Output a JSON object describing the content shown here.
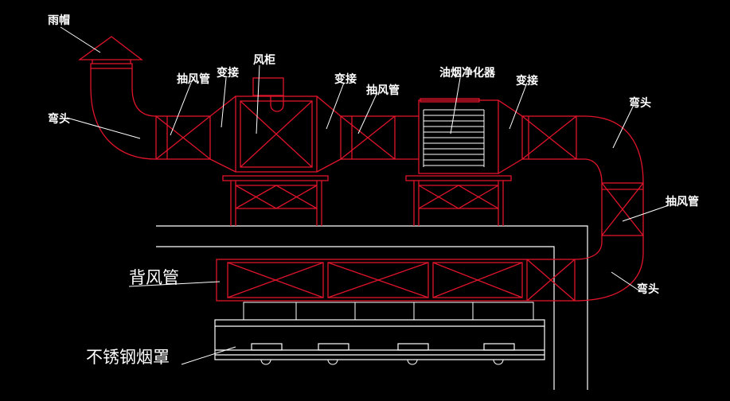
{
  "labels": {
    "rain_cap": "雨帽",
    "elbow_left": "弯头",
    "exhaust_duct_1": "抽风管",
    "transition_1": "变接",
    "fan_cabinet": "风柜",
    "transition_2": "变接",
    "exhaust_duct_2": "抽风管",
    "oil_fume_purifier": "油烟净化器",
    "transition_3": "变接",
    "elbow_right_top": "弯头",
    "exhaust_duct_3": "抽风管",
    "elbow_right_bottom": "弯头",
    "back_duct": "背风管",
    "hood": "不锈钢烟罩"
  },
  "colors": {
    "background": "#000000",
    "duct": "#e0142b",
    "structure": "#ffffff",
    "leader": "#ffffff"
  }
}
